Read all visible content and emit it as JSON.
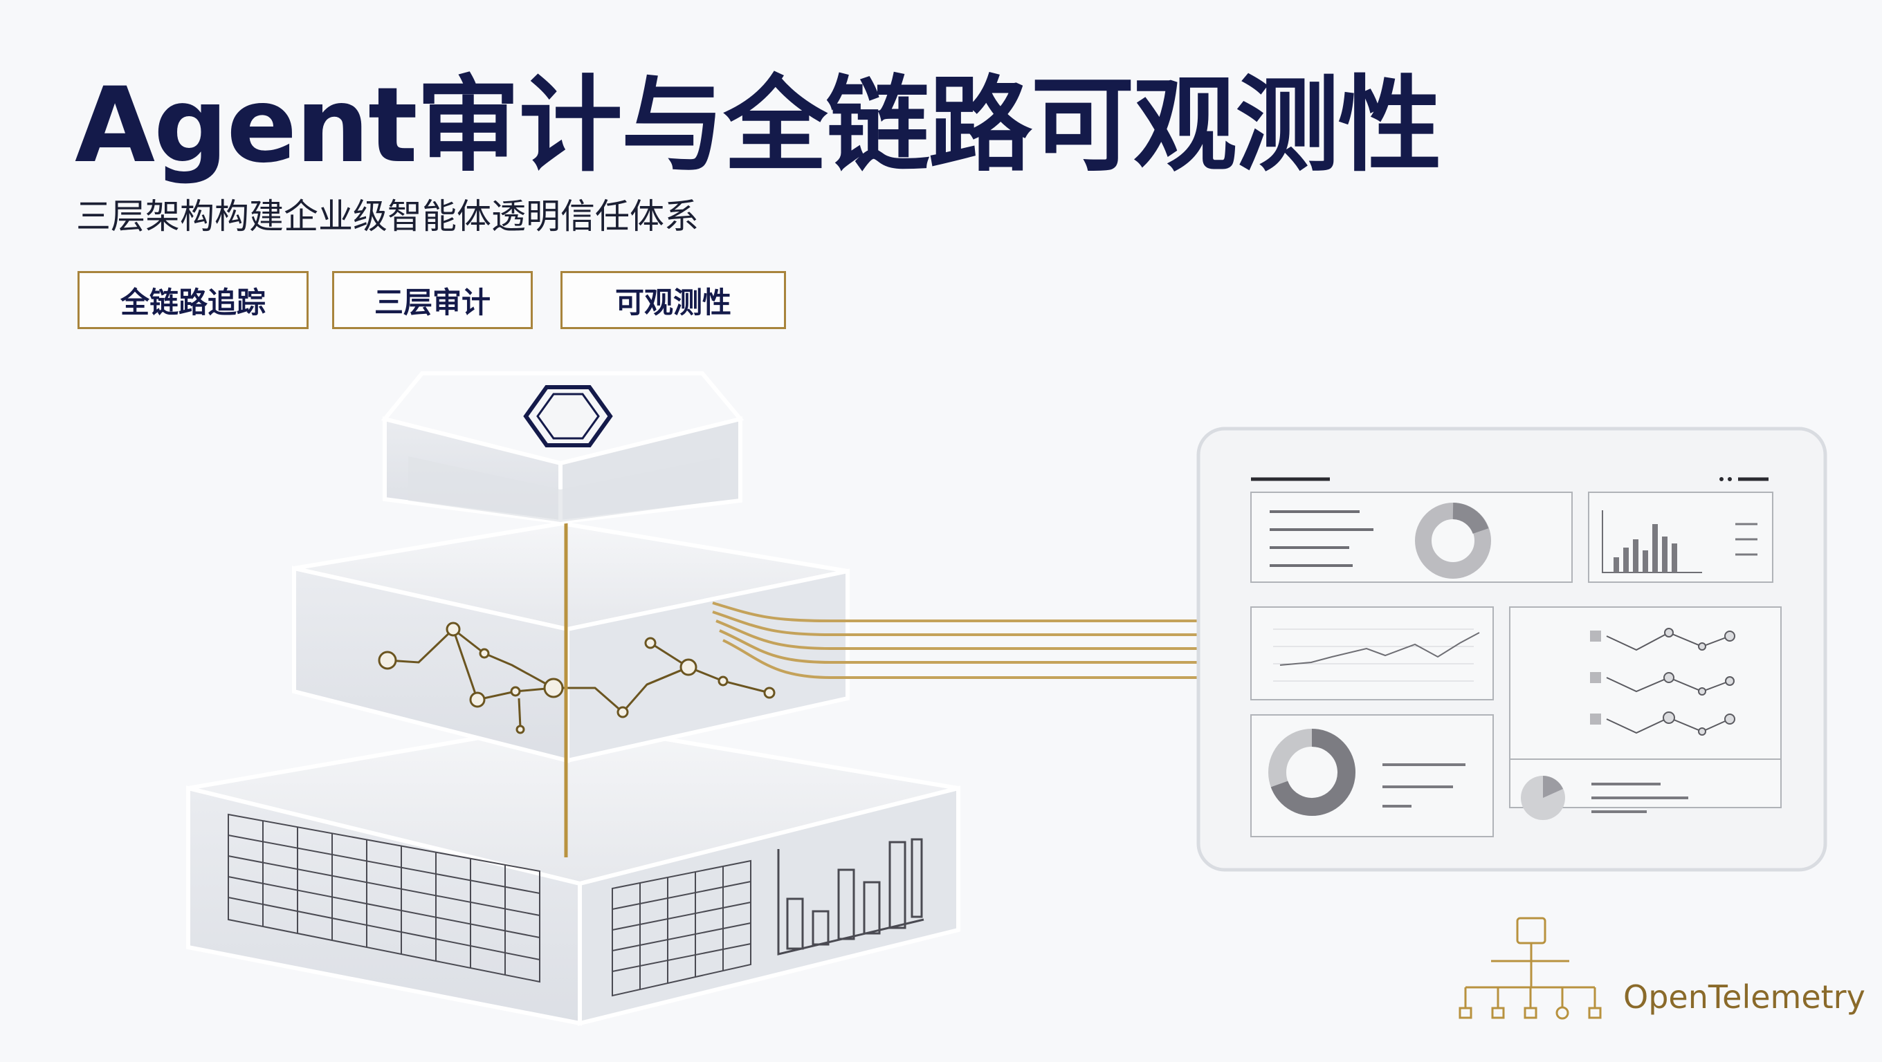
{
  "header": {
    "title": "Agent审计与全链路可观测性",
    "subtitle": "三层架构构建企业级智能体透明信任体系"
  },
  "tags": [
    "全链路追踪",
    "三层审计",
    "可观测性"
  ],
  "brand": {
    "otel_label": "OpenTelemetry"
  },
  "colors": {
    "navy": "#141a4a",
    "gold": "#b8923f",
    "panel": "#f3f4f6",
    "block": "#eceef2"
  },
  "icons": {
    "top_layer": "hexagon-icon",
    "otel": "otel-tree-icon"
  }
}
